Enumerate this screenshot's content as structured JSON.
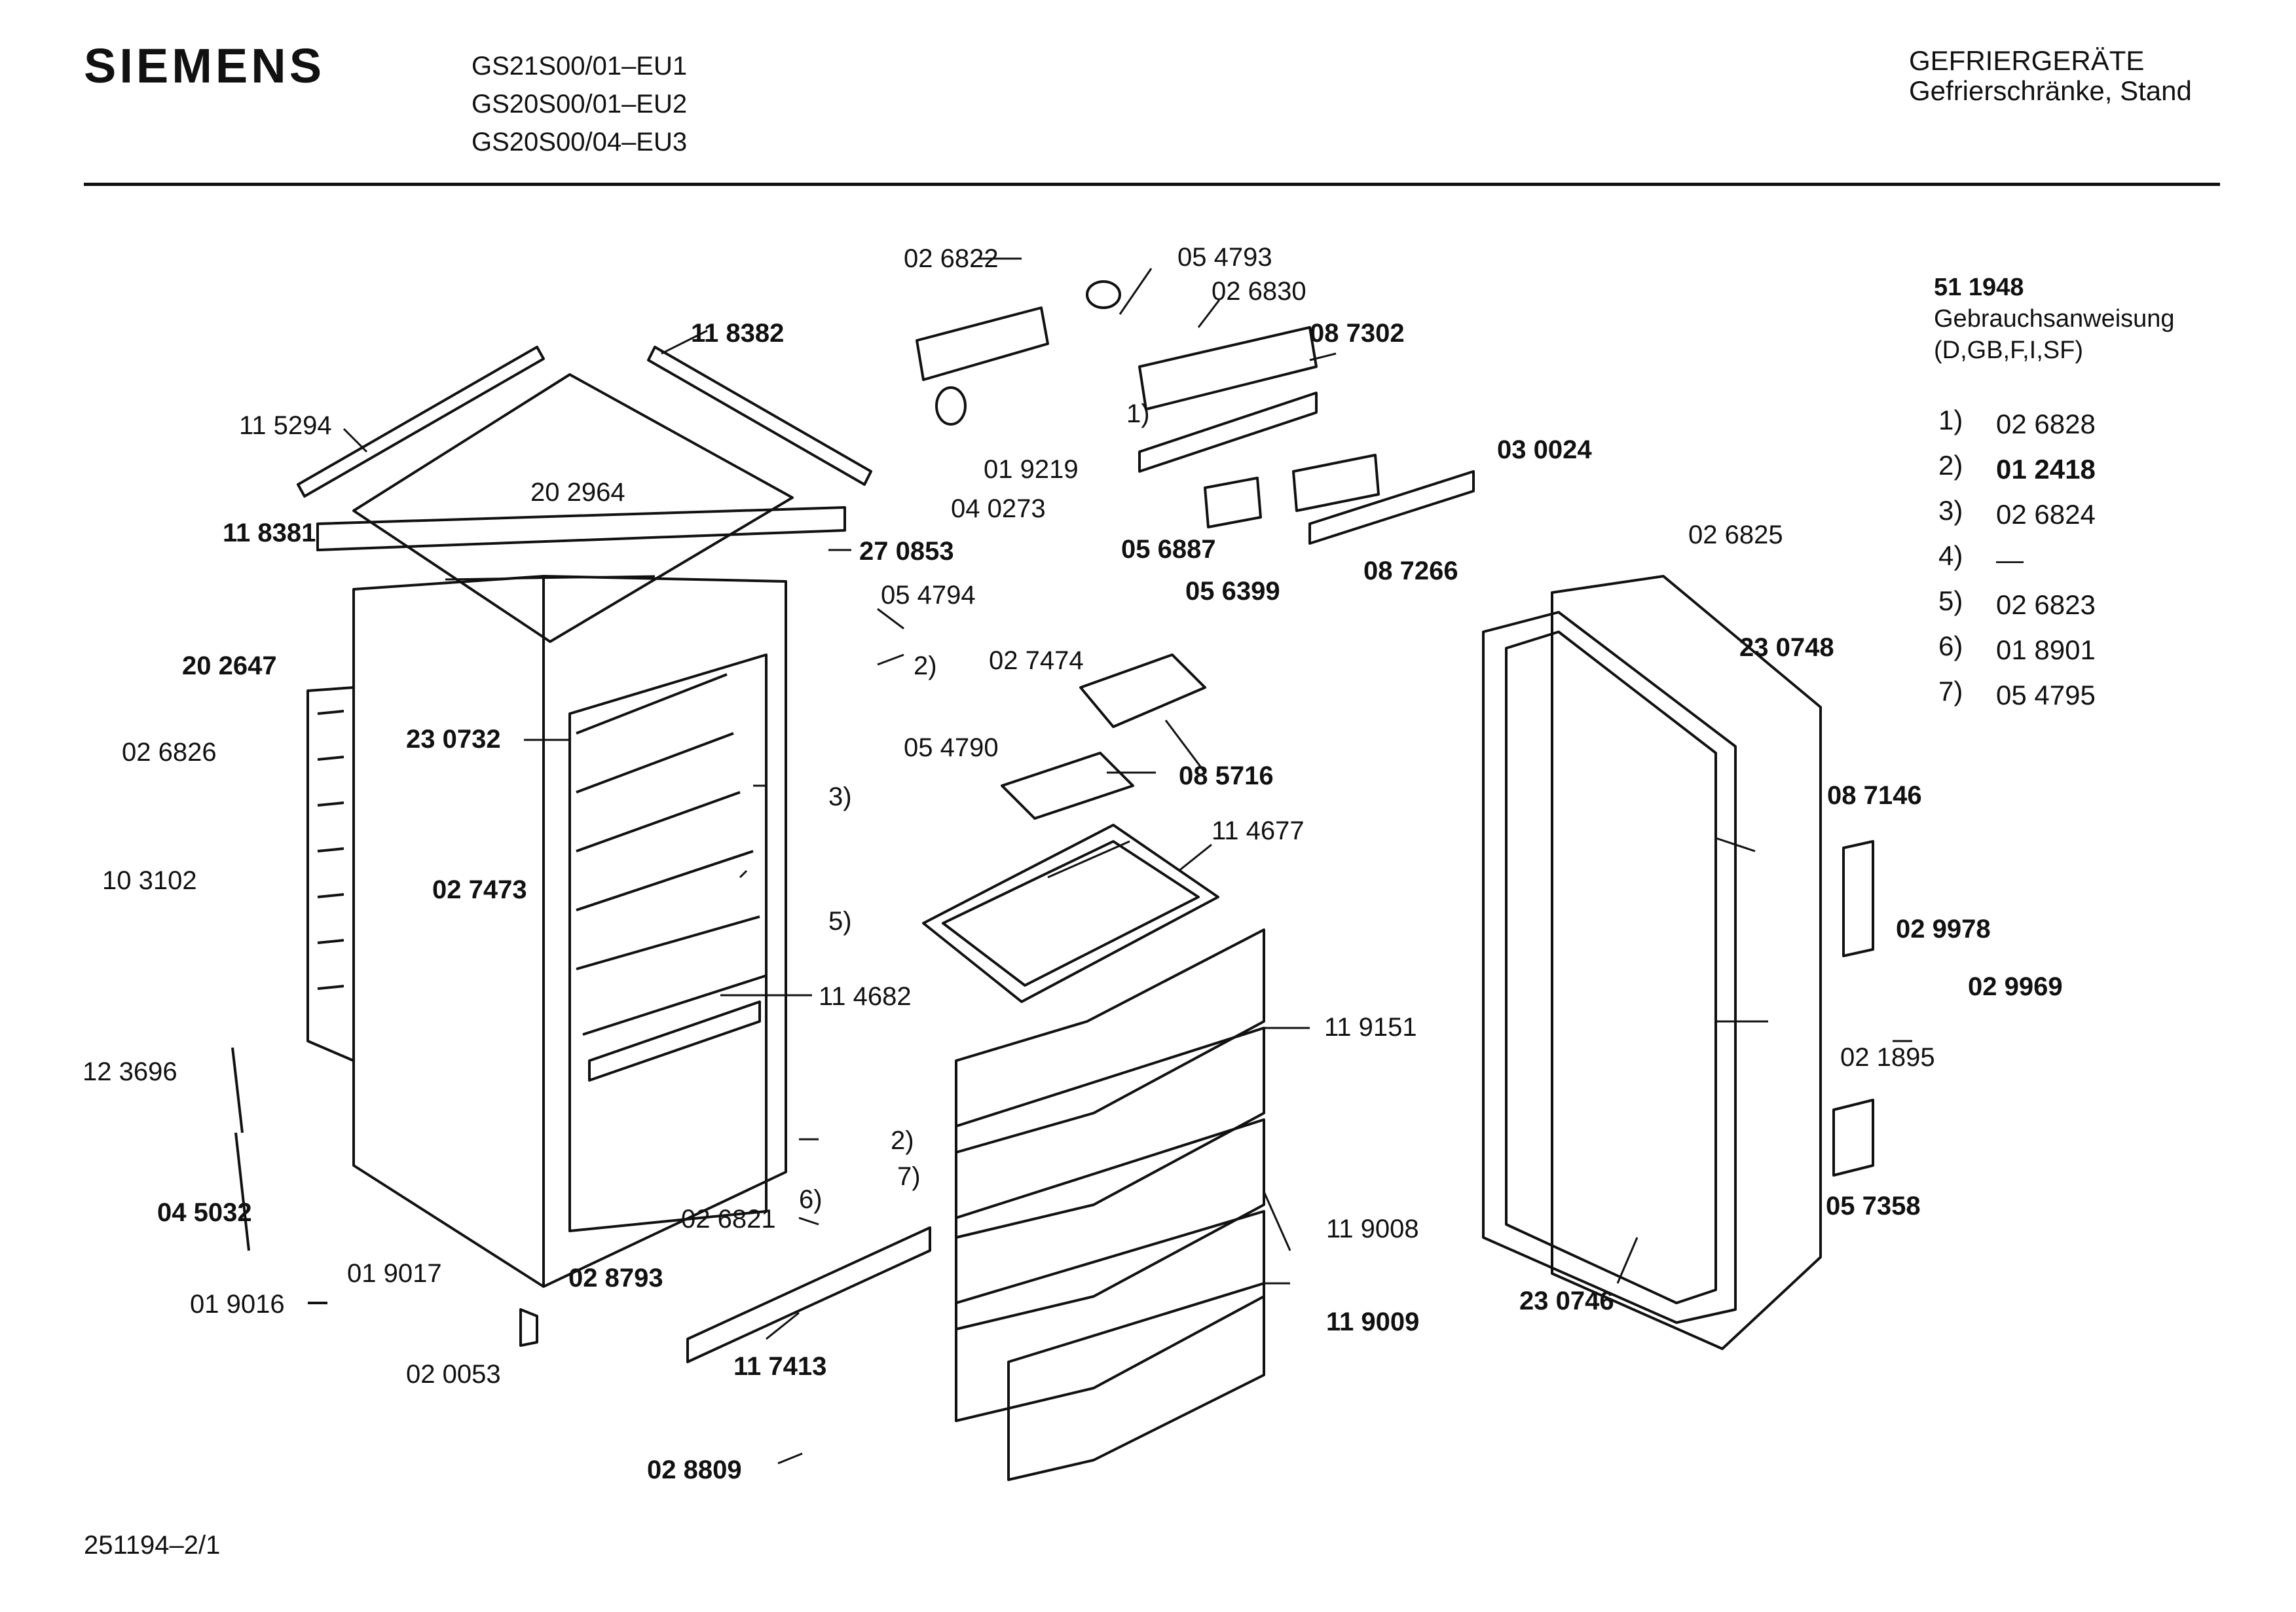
{
  "header": {
    "brand": "SIEMENS",
    "models": [
      "GS21S00/01–EU1",
      "GS20S00/01–EU2",
      "GS20S00/04–EU3"
    ],
    "category_line1": "GEFRIERGERÄTE",
    "category_line2": "Gefrierschränke, Stand"
  },
  "manual": {
    "part": "51 1948",
    "title": "Gebrauchsanweisung",
    "languages": "(D,GB,F,I,SF)"
  },
  "footnotes": [
    {
      "key": "1)",
      "value": "02 6828"
    },
    {
      "key": "2)",
      "value": "01 2418"
    },
    {
      "key": "3)",
      "value": "02 6824"
    },
    {
      "key": "4)",
      "value": "—"
    },
    {
      "key": "5)",
      "value": "02 6823"
    },
    {
      "key": "6)",
      "value": "01 8901"
    },
    {
      "key": "7)",
      "value": "05 4795"
    }
  ],
  "part_labels": [
    "02 6822",
    "05 4793",
    "02 6830",
    "08 7302",
    "11 8382",
    "11 5294",
    "20 2964",
    "01 9219",
    "04 0273",
    "1)",
    "03 0024",
    "05 6887",
    "05 6399",
    "08 7266",
    "27 0853",
    "11 8381",
    "05 4794",
    "2)",
    "02 7474",
    "02 6825",
    "23 0748",
    "20 2647",
    "02 6826",
    "23 0732",
    "3)",
    "05 4790",
    "08 5716",
    "10 3102",
    "02 7473",
    "5)",
    "11 4677",
    "08 7146",
    "02 9978",
    "02 9969",
    "11 4682",
    "11 9151",
    "02 1895",
    "12 3696",
    "2)",
    "6)",
    "7)",
    "05 7358",
    "02 6821",
    "11 9008",
    "04 5032",
    "02 8793",
    "01 9017",
    "01 9016",
    "23 0746",
    "11 9009",
    "11 7413",
    "02 0053",
    "02 8809"
  ],
  "footer": {
    "drawing_no": "251194–2/1"
  }
}
